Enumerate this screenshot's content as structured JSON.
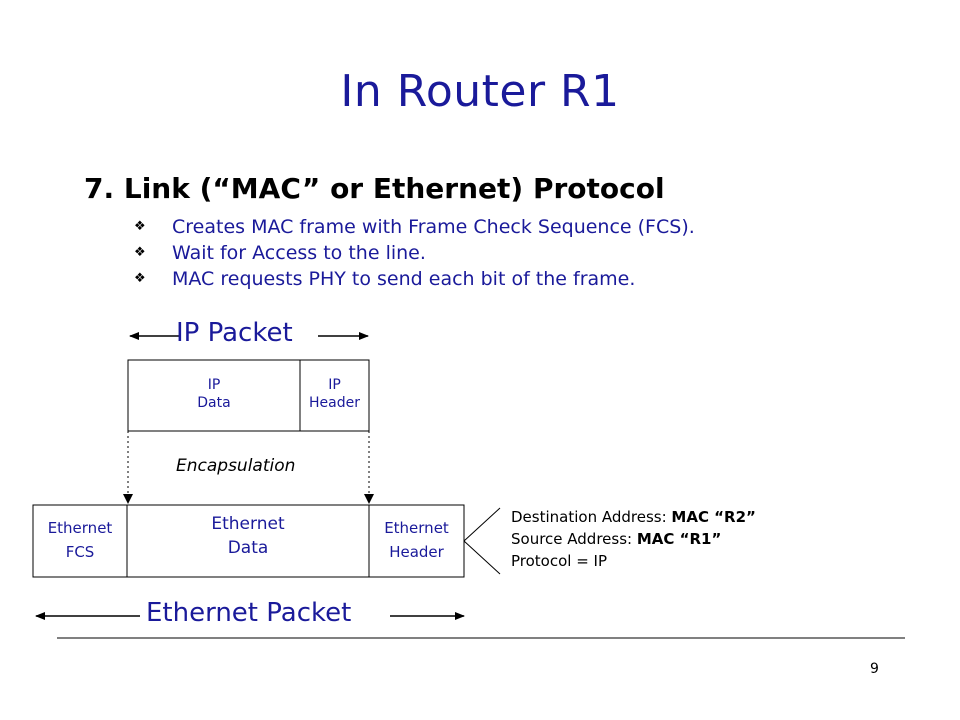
{
  "slide": {
    "title": "In Router R1",
    "heading": "7. Link (“MAC” or Ethernet) Protocol",
    "bullets": [
      "Creates MAC frame with Frame Check Sequence (FCS).",
      "Wait for Access to the line.",
      "MAC requests PHY to send each bit of the frame."
    ],
    "bullet_icon": "diamond-bullet-icon",
    "page_number": "9"
  },
  "diagram": {
    "ip_packet_label": "IP Packet",
    "ip_data": [
      "IP",
      "Data"
    ],
    "ip_header": [
      "IP",
      "Header"
    ],
    "encapsulation_label": "Encapsulation",
    "eth_fcs": [
      "Ethernet",
      "FCS"
    ],
    "eth_data": [
      "Ethernet",
      "Data"
    ],
    "eth_header": [
      "Ethernet",
      "Header"
    ],
    "ethernet_packet_label": "Ethernet Packet",
    "header_fields": {
      "dest_label": "Destination Address: ",
      "dest_value": "MAC “R2”",
      "src_label": "Source Address: ",
      "src_value": "MAC “R1”",
      "protocol": "Protocol = IP"
    }
  },
  "colors": {
    "title": "#1a1a9a",
    "text": "#000000"
  }
}
